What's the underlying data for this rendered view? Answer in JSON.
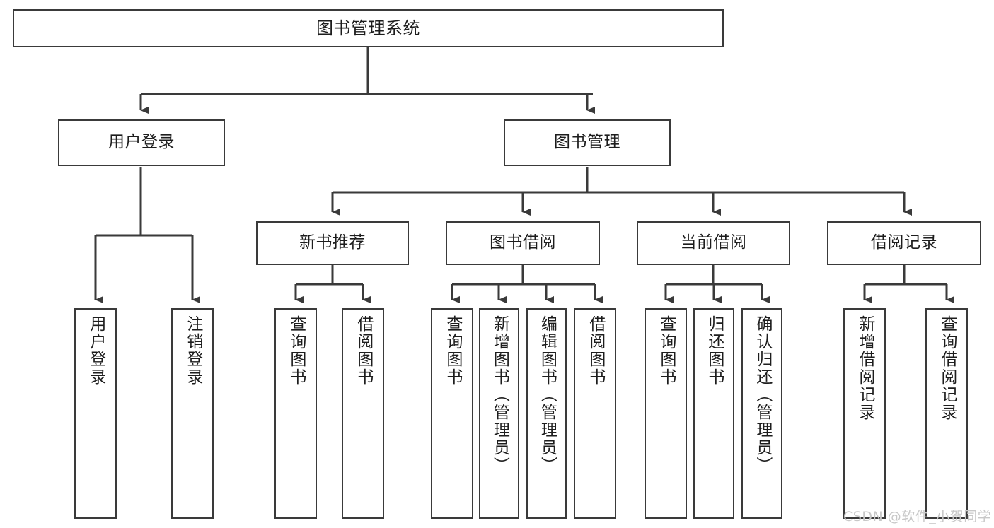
{
  "diagram": {
    "title": "图书管理系统",
    "type": "tree-hierarchy",
    "colors": {
      "stroke": "#3a3a3a",
      "fill": "#ffffff",
      "text": "#1d1d1d",
      "watermark": "#c8c8c8"
    },
    "nodes": {
      "root": {
        "label": "图书管理系统",
        "level": 0
      },
      "level1": [
        {
          "id": "user-login",
          "label": "用户登录"
        },
        {
          "id": "book-management",
          "label": "图书管理"
        }
      ],
      "level2": [
        {
          "id": "new-book-recommend",
          "label": "新书推荐",
          "parent": "book-management"
        },
        {
          "id": "book-borrow",
          "label": "图书借阅",
          "parent": "book-management"
        },
        {
          "id": "current-borrow",
          "label": "当前借阅",
          "parent": "book-management"
        },
        {
          "id": "borrow-record",
          "label": "借阅记录",
          "parent": "book-management"
        }
      ],
      "leaves": {
        "user-login": [
          {
            "id": "leaf-user-login",
            "label": "用户登录"
          },
          {
            "id": "leaf-logout",
            "label": "注销登录"
          }
        ],
        "new-book-recommend": [
          {
            "id": "leaf-query-book-1",
            "label": "查询图书"
          },
          {
            "id": "leaf-borrow-book-1",
            "label": "借阅图书"
          }
        ],
        "book-borrow": [
          {
            "id": "leaf-query-book-2",
            "label": "查询图书"
          },
          {
            "id": "leaf-add-book",
            "label": "新增图书（管理员）"
          },
          {
            "id": "leaf-edit-book",
            "label": "编辑图书（管理员）"
          },
          {
            "id": "leaf-borrow-book-2",
            "label": "借阅图书"
          }
        ],
        "current-borrow": [
          {
            "id": "leaf-query-book-3",
            "label": "查询图书"
          },
          {
            "id": "leaf-return-book",
            "label": "归还图书"
          },
          {
            "id": "leaf-confirm-return",
            "label": "确认归还（管理员）"
          }
        ],
        "borrow-record": [
          {
            "id": "leaf-add-record",
            "label": "新增借阅记录"
          },
          {
            "id": "leaf-query-record",
            "label": "查询借阅记录"
          }
        ]
      }
    },
    "watermark": "CSDN @软件_小贺同学"
  }
}
